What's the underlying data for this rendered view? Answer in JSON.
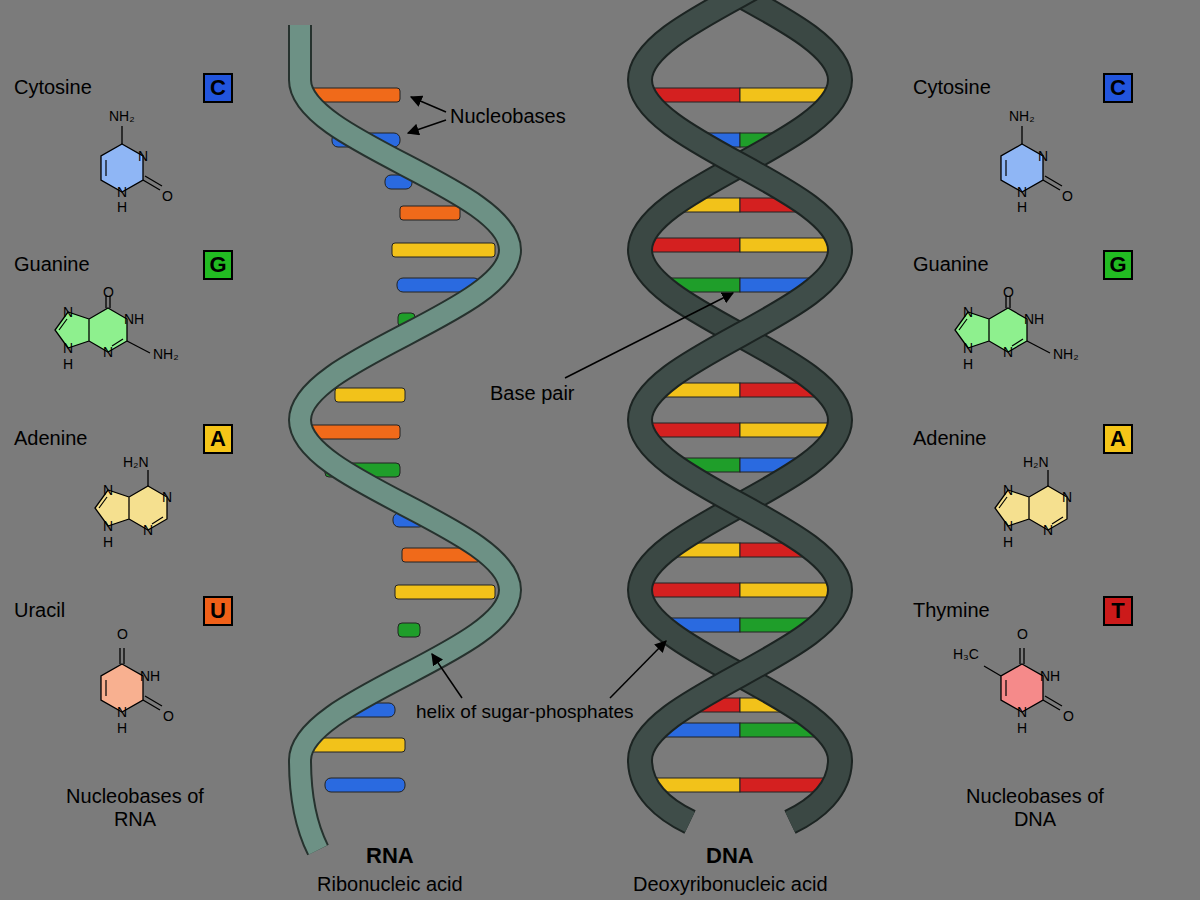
{
  "diagram": {
    "nodes": [
      {
        "text": [
          "C"
        ]
      },
      {
        "text": [
          "C"
        ]
      },
      {
        "text": [
          "G"
        ]
      },
      {
        "text": [
          "G"
        ]
      },
      {
        "text": [
          "A"
        ]
      },
      {
        "text": [
          "A"
        ]
      },
      {
        "text": [
          "U"
        ]
      },
      {
        "text": [
          "T"
        ]
      }
    ],
    "labels": [
      "Cytosine",
      "NH₂",
      "N",
      "O",
      "N",
      "H",
      "Guanine",
      "O",
      "NH",
      "N",
      "NH₂",
      "N",
      "N",
      "H",
      "Adenine",
      "H₂N",
      "N",
      "N",
      "N",
      "N",
      "H",
      "Uracil",
      "O",
      "NH",
      "O",
      "N",
      "H",
      "Nucleobases of RNA",
      "Nucleobases",
      "Base pair",
      "helix of sugar-phosphates",
      "RNA",
      "Ribonucleic acid",
      "DNA",
      "Deoxyribonucleic acid",
      "Cytosine",
      "NH₂",
      "N",
      "O",
      "N",
      "H",
      "Guanine",
      "O",
      "NH",
      "N",
      "NH₂",
      "N",
      "N",
      "H",
      "Adenine",
      "H₂N",
      "N",
      "N",
      "N",
      "N",
      "H",
      "Thymine",
      "O",
      "H₃C",
      "NH",
      "O",
      "N",
      "H",
      "Nucleobases of DNA"
    ]
  }
}
